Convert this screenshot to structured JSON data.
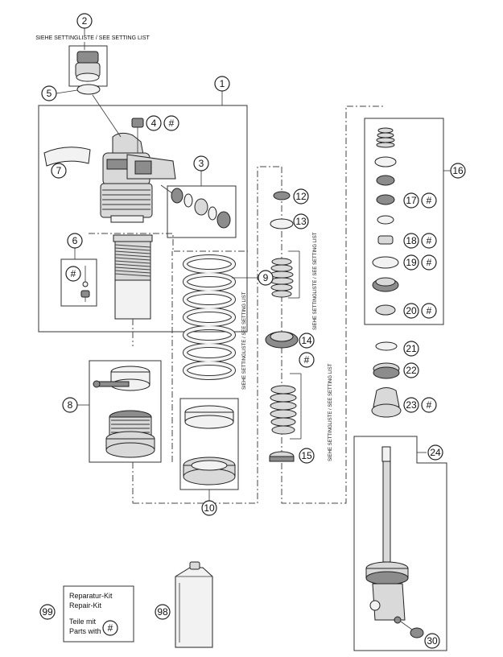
{
  "setting_note": "SIEHE SETTINGLISTE / SEE SETTING LIST",
  "setting_note_short": "SIEHE SETTINGLISTE / SEE SETTING LIST",
  "hash_symbol": "#",
  "callouts": [
    "1",
    "2",
    "3",
    "4",
    "5",
    "6",
    "7",
    "8",
    "9",
    "10",
    "12",
    "13",
    "14",
    "15",
    "16",
    "17",
    "18",
    "19",
    "20",
    "21",
    "22",
    "23",
    "24",
    "30",
    "98",
    "99"
  ],
  "legend": {
    "kit_de": "Reparatur-Kit",
    "kit_en": "Repair-Kit",
    "parts_de": "Teile mit",
    "parts_en": "Parts with"
  }
}
